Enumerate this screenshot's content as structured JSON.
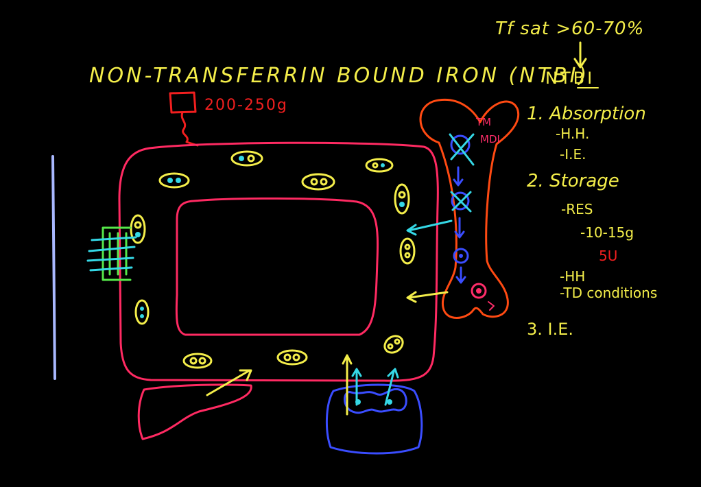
{
  "title": "NON-TRANSFERRIN BOUND IRON (NTBI)",
  "stomach_label": "200-250g",
  "marrow_label_1": "TM",
  "marrow_label_2": "MDI",
  "right_panel": {
    "tf_sat": "Tf sat >60-70%",
    "ntbi": "NTBI",
    "item1": "1. Absorption",
    "item1_sub1": "-H.H.",
    "item1_sub2": "-I.E.",
    "item2": "2. Storage",
    "item2_sub1": "-RES",
    "item2_sub2": "-10-15g",
    "item2_sub3": "5U",
    "item2_sub4": "-HH",
    "item2_sub5": "-TD conditions",
    "item3": "3. I.E."
  },
  "colors": {
    "yellow": "#f4ee4a",
    "red": "#f21f1f",
    "pink": "#ff2a62",
    "orange": "#ff4a12",
    "blue": "#3a4dff",
    "cyan": "#35d8e6",
    "green": "#56e84a",
    "lavender": "#a9b8ff",
    "magenta": "#ff2d6a"
  }
}
